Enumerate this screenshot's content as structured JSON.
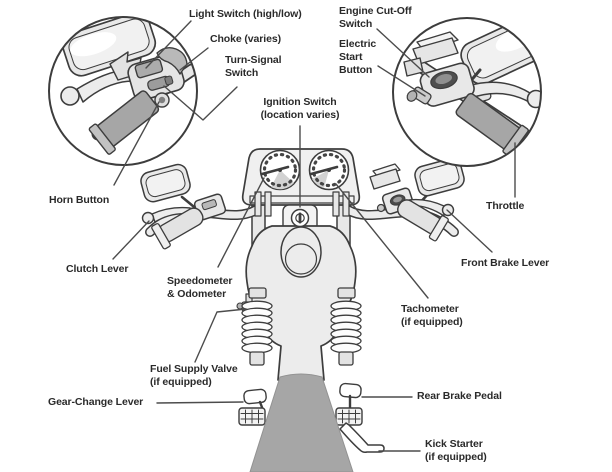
{
  "diagram": {
    "title": "Motorcycle controls diagram",
    "colors": {
      "outline": "#3d3d3d",
      "leader_line": "#4c4c4c",
      "body_fill": "#ececec",
      "grip_fill": "#a6a6a6",
      "fender_fill": "#a6a6a6",
      "switch_dark": "#4e4e4e",
      "label_text": "#2a2a2a",
      "background": "#ffffff"
    },
    "labels": {
      "light_switch": {
        "lines": [
          "Light Switch (high/low)"
        ]
      },
      "choke": {
        "lines": [
          "Choke (varies)"
        ]
      },
      "turn_signal": {
        "lines": [
          "Turn-Signal",
          "Switch"
        ]
      },
      "ignition": {
        "lines": [
          "Ignition Switch",
          "(location varies)"
        ]
      },
      "engine_cutoff": {
        "lines": [
          "Engine Cut-Off",
          "Switch"
        ]
      },
      "electric_start": {
        "lines": [
          "Electric",
          "Start",
          "Button"
        ]
      },
      "horn": {
        "lines": [
          "Horn Button"
        ]
      },
      "throttle": {
        "lines": [
          "Throttle"
        ]
      },
      "clutch": {
        "lines": [
          "Clutch Lever"
        ]
      },
      "speedometer": {
        "lines": [
          "Speedometer",
          "& Odometer"
        ]
      },
      "front_brake": {
        "lines": [
          "Front Brake Lever"
        ]
      },
      "tachometer": {
        "lines": [
          "Tachometer",
          "(if equipped)"
        ]
      },
      "fuel_valve": {
        "lines": [
          "Fuel Supply Valve",
          "(if equipped)"
        ]
      },
      "gear_change": {
        "lines": [
          "Gear-Change Lever"
        ]
      },
      "rear_brake": {
        "lines": [
          "Rear Brake Pedal"
        ]
      },
      "kick_starter": {
        "lines": [
          "Kick Starter",
          "(if equipped)"
        ]
      }
    }
  }
}
